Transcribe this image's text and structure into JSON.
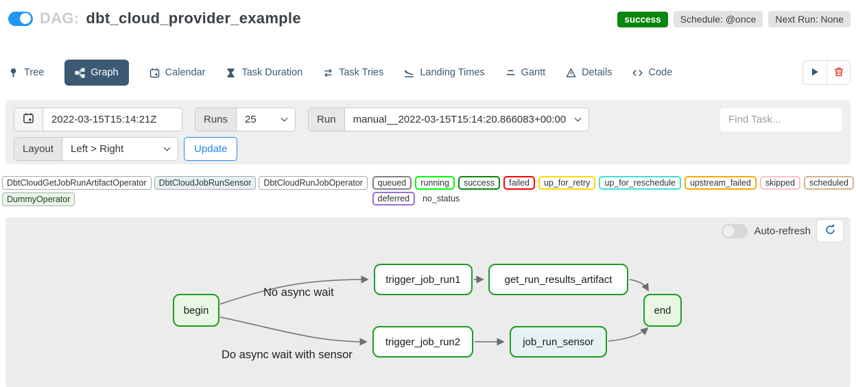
{
  "header": {
    "dag_prefix": "DAG:",
    "dag_title": "dbt_cloud_provider_example",
    "status_badge": "success",
    "schedule_badge": "Schedule: @once",
    "next_run_badge": "Next Run: None"
  },
  "tabs": [
    {
      "label": "Tree",
      "icon": "tree-icon",
      "active": false
    },
    {
      "label": "Graph",
      "icon": "graph-icon",
      "active": true
    },
    {
      "label": "Calendar",
      "icon": "calendar-icon",
      "active": false
    },
    {
      "label": "Task Duration",
      "icon": "hourglass-icon",
      "active": false
    },
    {
      "label": "Task Tries",
      "icon": "repeat-icon",
      "active": false
    },
    {
      "label": "Landing Times",
      "icon": "landing-icon",
      "active": false
    },
    {
      "label": "Gantt",
      "icon": "gantt-icon",
      "active": false
    },
    {
      "label": "Details",
      "icon": "details-icon",
      "active": false
    },
    {
      "label": "Code",
      "icon": "code-icon",
      "active": false
    }
  ],
  "filters": {
    "base_date": "2022-03-15T15:14:21Z",
    "runs_label": "Runs",
    "runs_value": "25",
    "run_label": "Run",
    "run_value": "manual__2022-03-15T15:14:20.866083+00:00",
    "find_task_placeholder": "Find Task...",
    "layout_label": "Layout",
    "layout_value": "Left > Right",
    "update_label": "Update"
  },
  "legend": {
    "operators": [
      {
        "label": "DbtCloudGetJobRunArtifactOperator",
        "fill": "#ffffff"
      },
      {
        "label": "DbtCloudJobRunSensor",
        "fill": "#e6f1f2"
      },
      {
        "label": "DbtCloudRunJobOperator",
        "fill": "#ffffff"
      },
      {
        "label": "DummyOperator",
        "fill": "#e8f7e4"
      }
    ],
    "status_rows": [
      [
        {
          "label": "queued",
          "border": "#808080"
        },
        {
          "label": "running",
          "border": "#00ff00"
        },
        {
          "label": "success",
          "border": "#0b860e"
        },
        {
          "label": "failed",
          "border": "#ff0000"
        },
        {
          "label": "up_for_retry",
          "border": "#ffd700"
        },
        {
          "label": "up_for_reschedule",
          "border": "#40e0d0"
        },
        {
          "label": "upstream_failed",
          "border": "#ffa500"
        },
        {
          "label": "skipped",
          "border": "#ffc0cb"
        },
        {
          "label": "scheduled",
          "border": "#d2b48c"
        }
      ],
      [
        {
          "label": "deferred",
          "border": "#9370db"
        },
        {
          "label": "no_status",
          "border": null
        }
      ]
    ]
  },
  "graph": {
    "auto_refresh_label": "Auto-refresh",
    "nodes": [
      {
        "id": "begin",
        "label": "begin",
        "fill": "#e8f7e4",
        "state": "success"
      },
      {
        "id": "trigger_job_run1",
        "label": "trigger_job_run1",
        "fill": "#ffffff",
        "state": "success"
      },
      {
        "id": "get_run_results_artifact",
        "label": "get_run_results_artifact",
        "fill": "#ffffff",
        "state": "success"
      },
      {
        "id": "trigger_job_run2",
        "label": "trigger_job_run2",
        "fill": "#ffffff",
        "state": "success"
      },
      {
        "id": "job_run_sensor",
        "label": "job_run_sensor",
        "fill": "#e6f1f2",
        "state": "success"
      },
      {
        "id": "end",
        "label": "end",
        "fill": "#e8f7e4",
        "state": "success"
      }
    ],
    "edges": [
      {
        "from": "begin",
        "to": "trigger_job_run1"
      },
      {
        "from": "begin",
        "to": "trigger_job_run2"
      },
      {
        "from": "trigger_job_run1",
        "to": "get_run_results_artifact"
      },
      {
        "from": "trigger_job_run2",
        "to": "job_run_sensor"
      },
      {
        "from": "get_run_results_artifact",
        "to": "end"
      },
      {
        "from": "job_run_sensor",
        "to": "end"
      }
    ],
    "edge_labels": [
      "No async wait",
      "Do async wait with sensor"
    ]
  },
  "colors": {
    "accent_blue": "#2089f2",
    "tab_blue": "#3d5a74",
    "success_green": "#0b860e",
    "node_border_green": "#1d9b20",
    "trash_red": "#e0492e",
    "panel_gray": "#efefef",
    "graph_gray": "#ececec"
  }
}
